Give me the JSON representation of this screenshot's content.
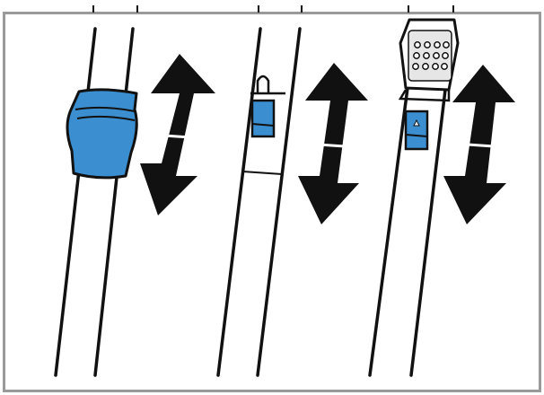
{
  "figure": {
    "panels": [
      {
        "label": "",
        "adjuster_type": "twist-collar"
      },
      {
        "label": "",
        "adjuster_type": "slide-latch"
      },
      {
        "label": "",
        "adjuster_type": "button-grip"
      }
    ]
  },
  "colors": {
    "accent": "#3b8fd0",
    "accent_dark": "#1f5f96",
    "line": "#111111",
    "background": "#ffffff",
    "frame": "#9a9a9a"
  },
  "icons": {
    "arrow": "double-arrow-vertical-icon",
    "collar": "twist-collar-icon",
    "latch": "slide-latch-icon",
    "grip": "perforated-grip-icon",
    "button": "release-button-icon"
  }
}
